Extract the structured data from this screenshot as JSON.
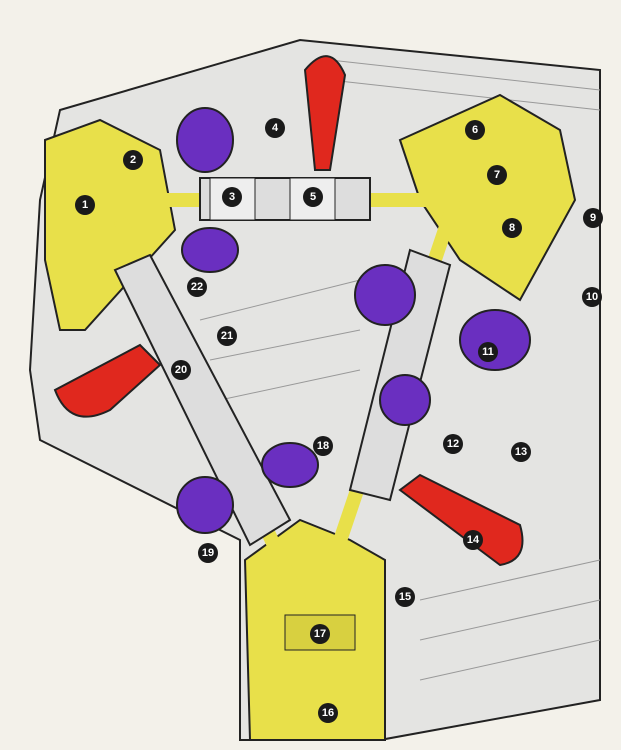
{
  "title": "Engine cutaway diagram",
  "colors": {
    "yellow": "#e8e04a",
    "purple": "#6a2fc0",
    "red": "#e0281e",
    "metal": "#cfcfcf",
    "ink": "#1a1a1a",
    "paper": "#f3f1ea"
  },
  "callouts": [
    "1",
    "2",
    "3",
    "4",
    "5",
    "6",
    "7",
    "8",
    "9",
    "10",
    "11",
    "12",
    "13",
    "14",
    "15",
    "16",
    "17",
    "18",
    "19",
    "20",
    "21",
    "22"
  ]
}
